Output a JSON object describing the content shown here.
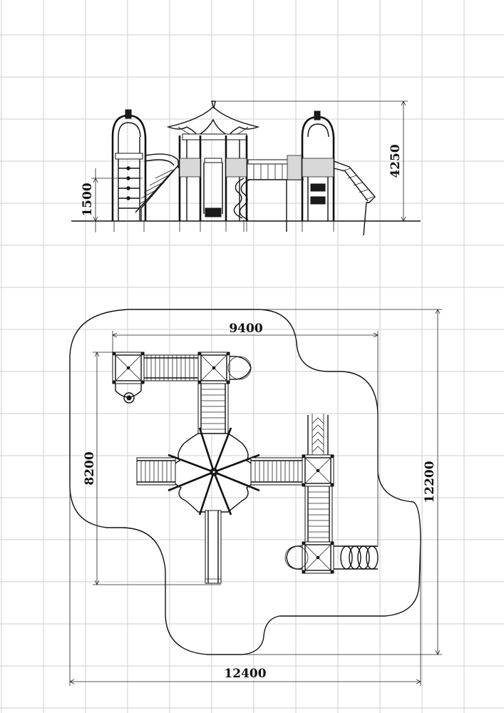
{
  "dimensions": {
    "elevation_height": "4250",
    "platform_height": "1500",
    "plan_inner_width": "9400",
    "plan_inner_depth": "8200",
    "plan_overall_depth": "12200",
    "plan_overall_width": "12400"
  }
}
